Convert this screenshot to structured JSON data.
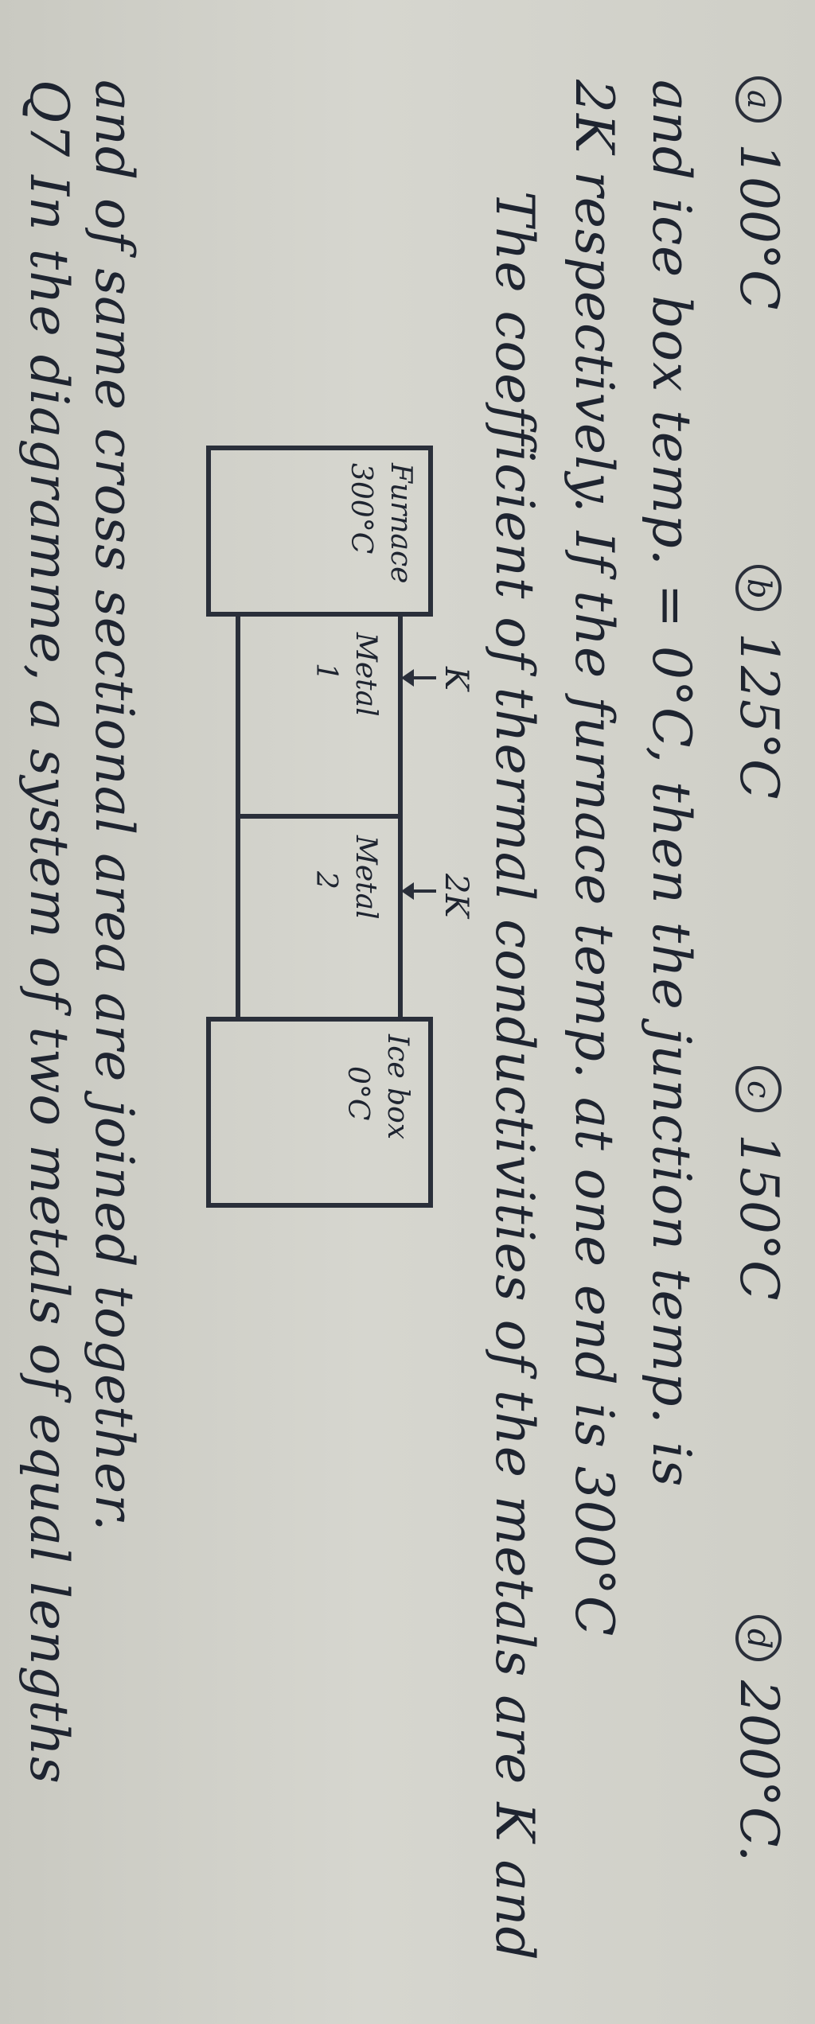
{
  "question": {
    "line1": "Q7 In the diagramme, a system of two metals of equal lengths",
    "line2": "and of same cross sectional area are joined together.",
    "line3": "The coefficient of thermal conductivities of the metals are K and",
    "line4": "2K respectively. If the furnace temp. at one end is 300°C",
    "line5": "and ice box temp. = 0°C, then the junction temp. is"
  },
  "diagram": {
    "furnace_label": "Furnace",
    "furnace_temp": "300°C",
    "metal1_label": "Metal",
    "metal1_num": "1",
    "metal1_k": "K",
    "metal2_label": "Metal",
    "metal2_num": "2",
    "metal2_k": "2K",
    "icebox_label": "Ice box",
    "icebox_temp": "0°C"
  },
  "options": [
    {
      "letter": "a",
      "text": "100°C"
    },
    {
      "letter": "b",
      "text": "125°C"
    },
    {
      "letter": "c",
      "text": "150°C"
    },
    {
      "letter": "d",
      "text": "200°C."
    }
  ]
}
